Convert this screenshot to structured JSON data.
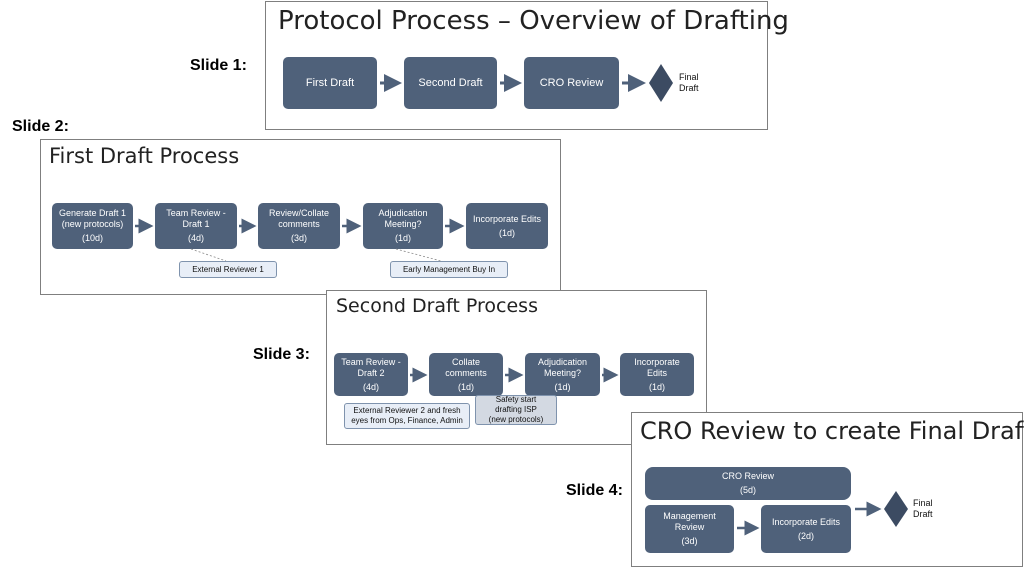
{
  "slides": [
    {
      "label": "Slide 1:",
      "title": "Protocol Process – Overview of Drafting",
      "steps": [
        {
          "name": "First Draft"
        },
        {
          "name": "Second Draft"
        },
        {
          "name": "CRO Review"
        }
      ],
      "final": {
        "line1": "Final",
        "line2": "Draft"
      }
    },
    {
      "label": "Slide 2:",
      "title": "First Draft Process",
      "steps": [
        {
          "line1": "Generate Draft 1",
          "line2": "(new protocols)",
          "duration": "(10d)"
        },
        {
          "line1": "Team Review -",
          "line2": "Draft 1",
          "duration": "(4d)"
        },
        {
          "line1": "Review/Collate",
          "line2": "comments",
          "duration": "(3d)"
        },
        {
          "line1": "Adjudication",
          "line2": "Meeting?",
          "duration": "(1d)"
        },
        {
          "line1": "Incorporate Edits",
          "line2": "",
          "duration": "(1d)"
        }
      ],
      "notes": [
        "External Reviewer 1",
        "Early Management Buy In"
      ]
    },
    {
      "label": "Slide 3:",
      "title": "Second Draft Process",
      "steps": [
        {
          "line1": "Team Review -",
          "line2": "Draft 2",
          "duration": "(4d)"
        },
        {
          "line1": "Collate comments",
          "line2": "",
          "duration": "(1d)"
        },
        {
          "line1": "Adjudication",
          "line2": "Meeting?",
          "duration": "(1d)"
        },
        {
          "line1": "Incorporate Edits",
          "line2": "",
          "duration": "(1d)"
        }
      ],
      "notes": [
        {
          "line1": "External Reviewer 2 and fresh",
          "line2": "eyes from Ops, Finance, Admin"
        },
        {
          "line1": "Safety start",
          "line2": "drafting ISP",
          "line3": "(new protocols)"
        }
      ]
    },
    {
      "label": "Slide 4:",
      "title": "CRO Review to create Final Draft",
      "steps": [
        {
          "line1": "CRO Review",
          "line2": "",
          "duration": "(5d)"
        },
        {
          "line1": "Management",
          "line2": "Review",
          "duration": "(3d)"
        },
        {
          "line1": "Incorporate Edits",
          "line2": "",
          "duration": "(2d)"
        }
      ],
      "final": {
        "line1": "Final",
        "line2": "Draft"
      }
    }
  ],
  "colors": {
    "box": "#4f617a",
    "note": "#e8eef7",
    "note_grey": "#d3d9e2",
    "arrow": "#4f617a"
  }
}
